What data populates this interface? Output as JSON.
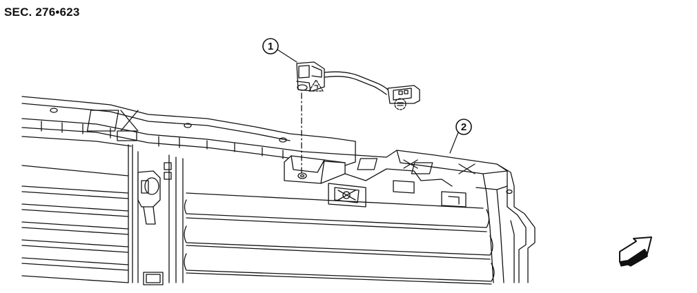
{
  "section_label": "SEC. 276•623",
  "callouts": [
    {
      "id": "callout-1",
      "text": "1"
    },
    {
      "id": "callout-2",
      "text": "2"
    }
  ],
  "colors": {
    "line": "#111111",
    "fill": "#ffffff",
    "shade": "#e8e8e8"
  },
  "icons": [
    "front-direction-arrow-icon",
    "connector-lock-icon",
    "clip-icon"
  ]
}
